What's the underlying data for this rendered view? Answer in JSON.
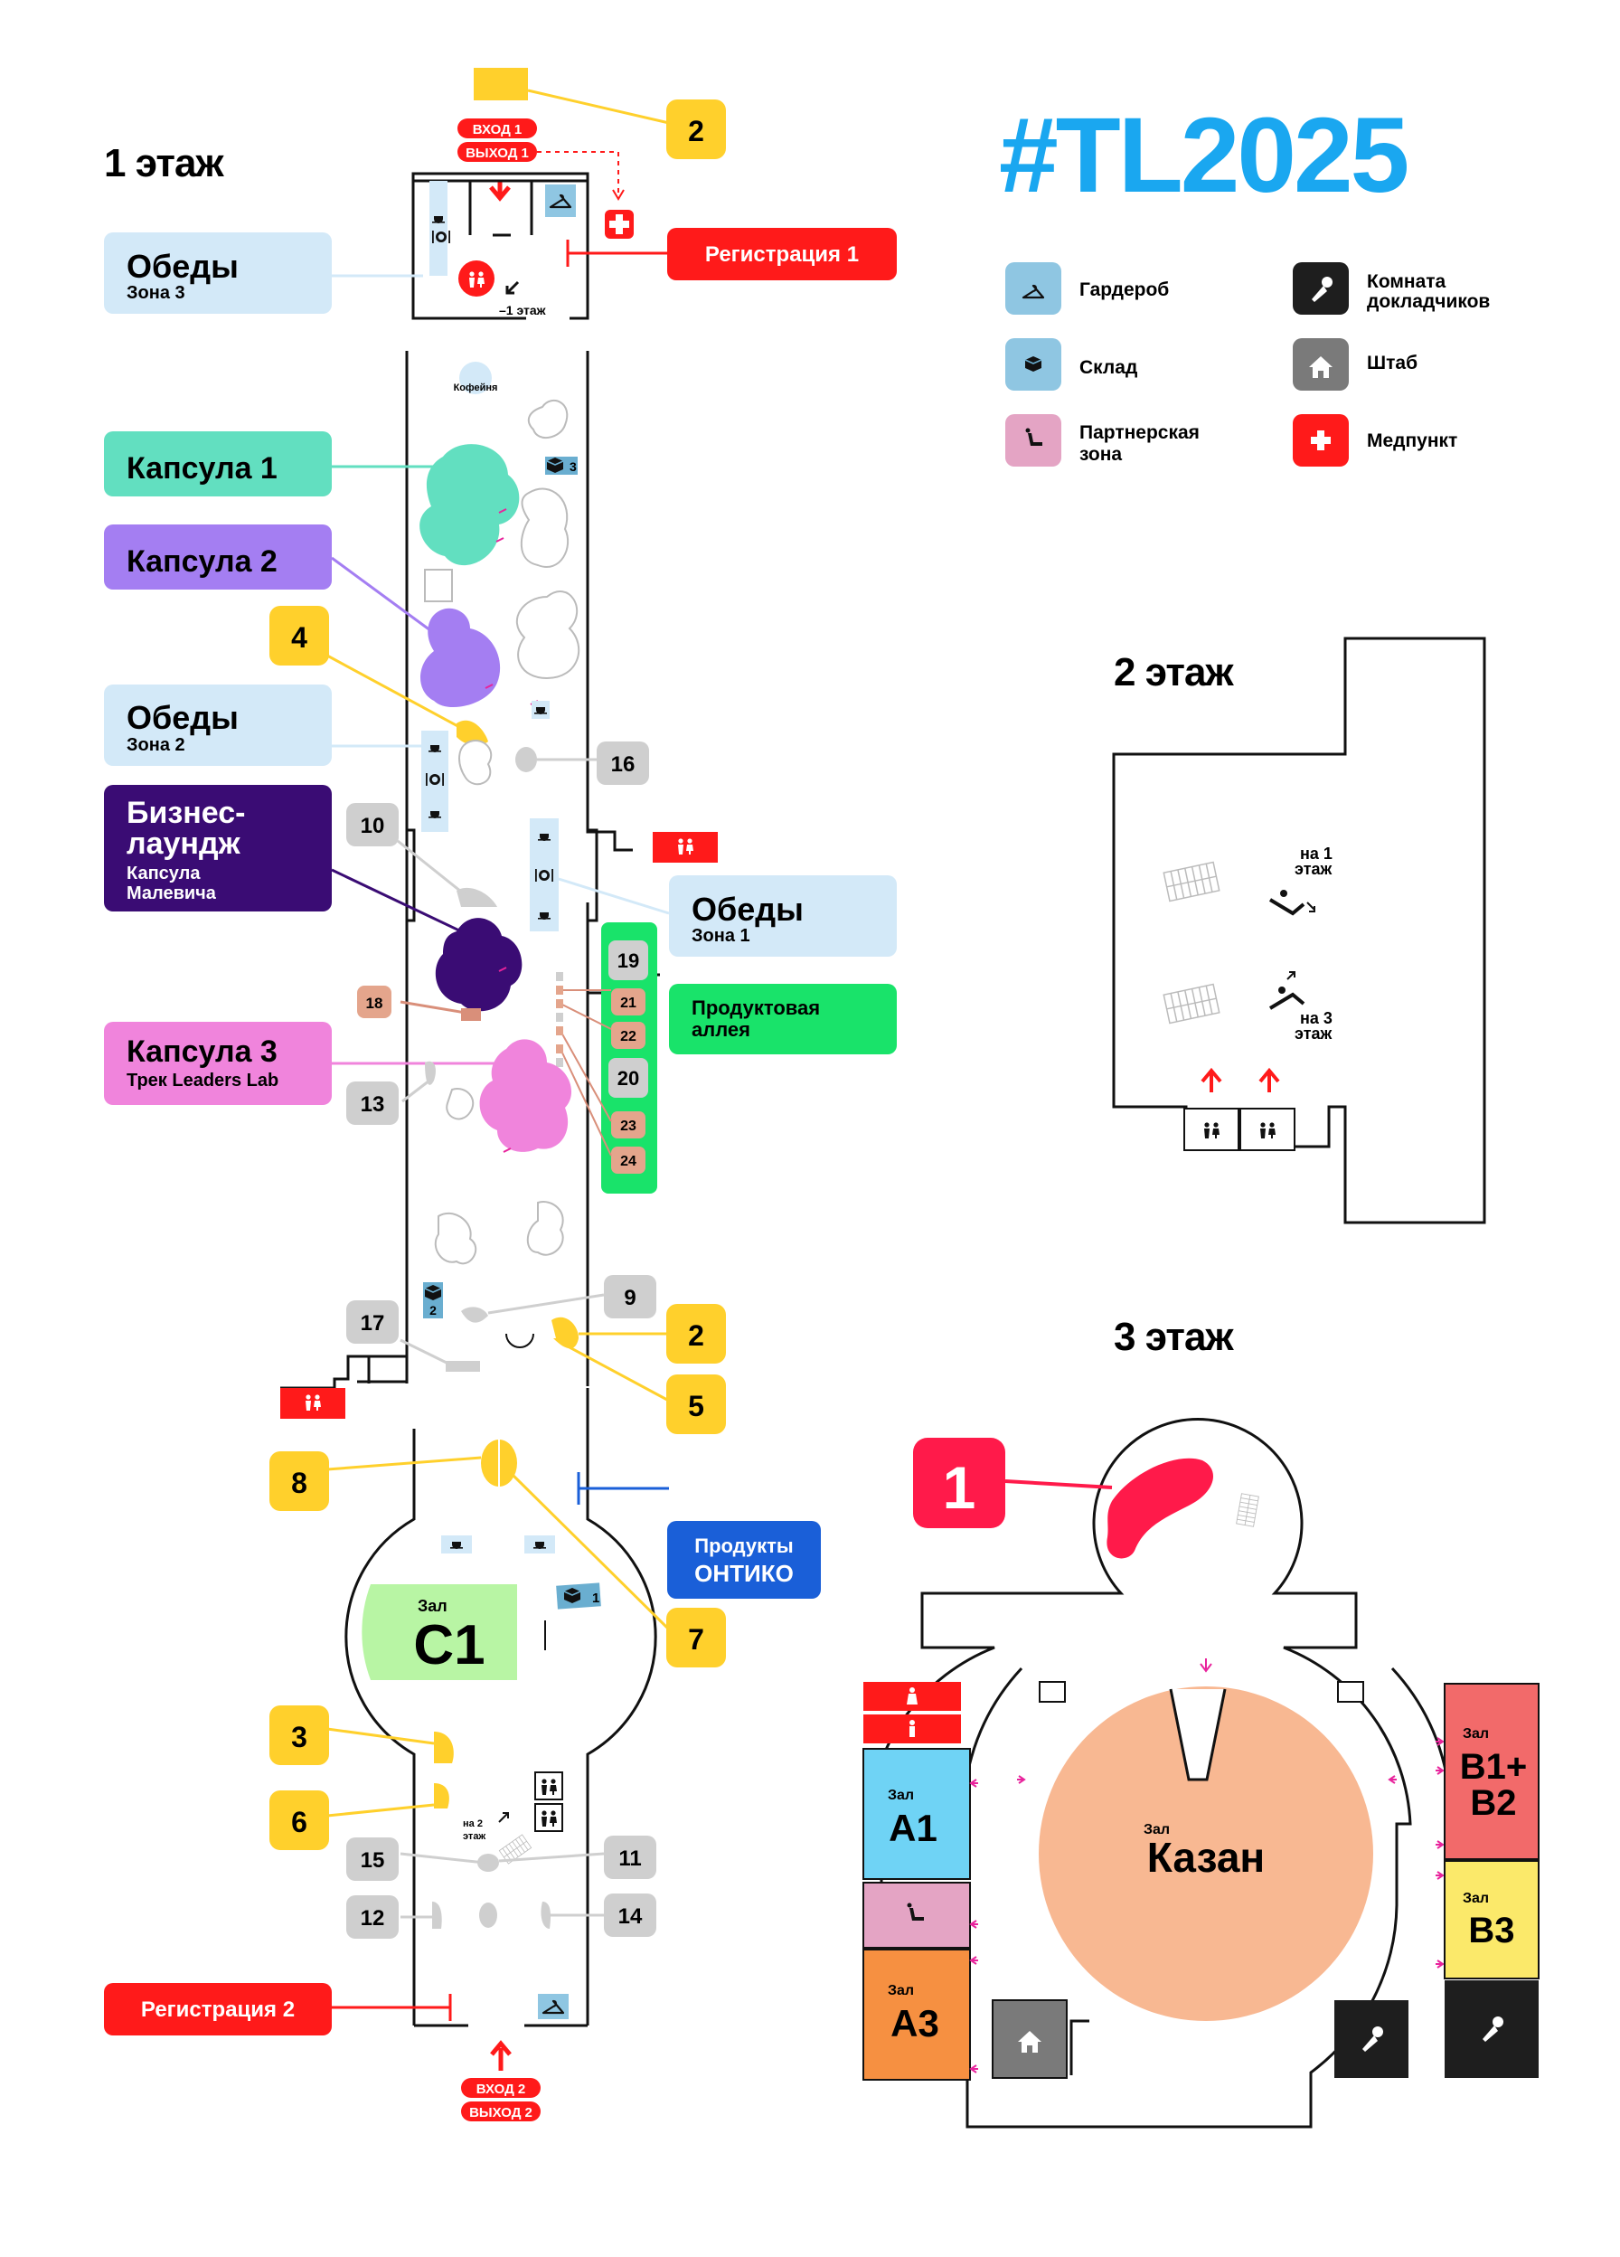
{
  "title": "#TL2025",
  "colors": {
    "brand": "#1aa7f0",
    "registration": "#ff1a1a",
    "capsule1": "#62dfc0",
    "capsule2": "#a47ef2",
    "capsule3": "#f084dc",
    "business": "#3a0c74",
    "lunch": "#d3e9f8",
    "product": "#19e36a",
    "numbered": "#ffd02c",
    "gray_badge": "#cfcfcf",
    "partner": "#e4a4c4",
    "hall_a1": "#6fd3f5",
    "hall_a3": "#f69041",
    "hall_b1b2": "#f26a6a",
    "hall_b3": "#fbe96a",
    "kazan": "#f8b892",
    "c1": "#b8f5a4",
    "shtab": "#7a7a7a",
    "speakers": "#1e1e1e"
  },
  "floor1": {
    "title": "1 этаж",
    "entry1": "ВХОД 1",
    "exit1": "ВЫХОД 1",
    "entry2": "ВХОД 2",
    "exit2": "ВЫХОД 2",
    "basement": "–1 этаж",
    "cafe": "Кофейня",
    "to_floor2_line1": "на 2",
    "to_floor2_line2": "этаж",
    "storage_3": "3",
    "storage_2": "2",
    "storage_1": "1",
    "registration1": "Регистрация 1",
    "registration2": "Регистрация 2",
    "lunch3_title": "Обеды",
    "lunch3_sub": "Зона 3",
    "lunch2_title": "Обеды",
    "lunch2_sub": "Зона 2",
    "lunch1_title": "Обеды",
    "lunch1_sub": "Зона 1",
    "capsule1": "Капсула 1",
    "capsule2": "Капсула 2",
    "capsule3_title": "Капсула 3",
    "capsule3_sub": "Трек Leaders Lab",
    "business_line1": "Бизнес-",
    "business_line2": "лаундж",
    "business_sub1": "Капсула",
    "business_sub2": "Малевича",
    "product_line1": "Продуктовая",
    "product_line2": "аллея",
    "ontico_line1": "Продукты",
    "ontico_line2": "ОНТИКО",
    "hall_c1_label": "Зал",
    "hall_c1_name": "C1",
    "yellow_badges": [
      "2",
      "4",
      "2",
      "5",
      "8",
      "7",
      "3",
      "6"
    ],
    "gray_badges": [
      "16",
      "10",
      "13",
      "9",
      "17",
      "15",
      "11",
      "12",
      "14"
    ],
    "salmon_badges": [
      "18",
      "21",
      "22",
      "23",
      "24"
    ],
    "alley_badges": [
      "19",
      "21",
      "22",
      "20",
      "23",
      "24"
    ]
  },
  "legend": {
    "wardrobe": "Гардероб",
    "storage": "Склад",
    "partner_line1": "Партнерская",
    "partner_line2": "зона",
    "speakers_line1": "Комната",
    "speakers_line2": "докладчиков",
    "hq": "Штаб",
    "medical": "Медпункт"
  },
  "floor2": {
    "title": "2 этаж",
    "to1_line1": "на 1",
    "to1_line2": "этаж",
    "to3_line1": "на 3",
    "to3_line2": "этаж"
  },
  "floor3": {
    "title": "3 этаж",
    "badge1": "1",
    "hall_label": "Зал",
    "a1": "A1",
    "a3": "A3",
    "b1b2_line1": "B1+",
    "b1b2_line2": "B2",
    "b3": "B3",
    "kazan": "Казан"
  }
}
